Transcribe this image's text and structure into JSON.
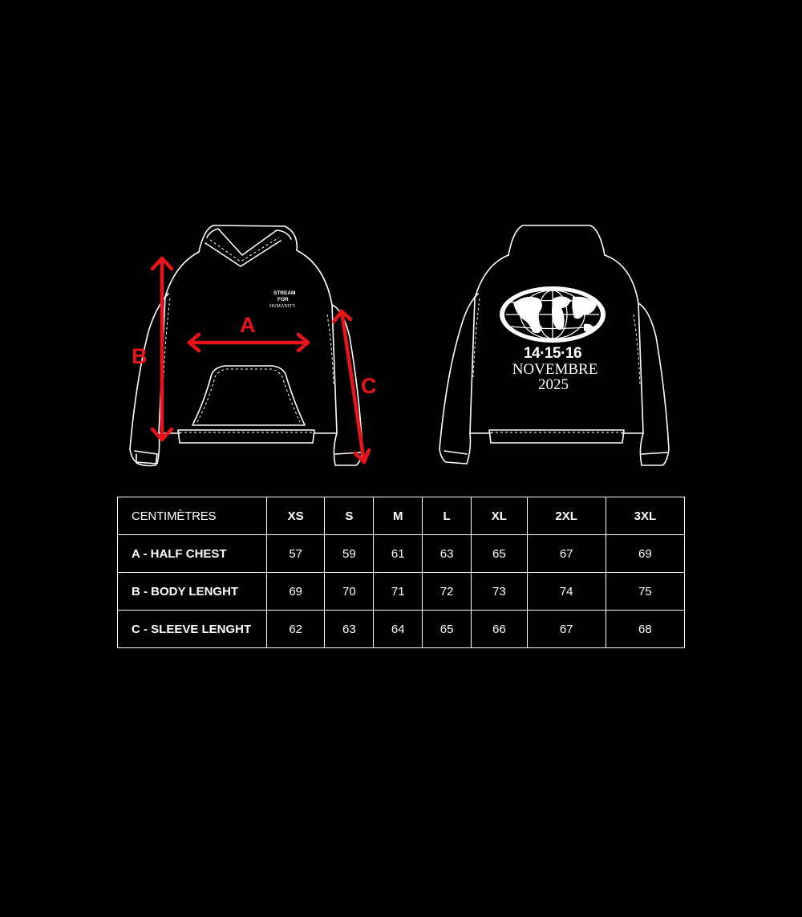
{
  "front_logo": {
    "line1": "STREAM",
    "line2": "FOR",
    "line3": "HUMANITY"
  },
  "back_print": {
    "dates": "14·15·16",
    "month": "NOVEMBRE",
    "year": "2025"
  },
  "measure_labels": {
    "a": "A",
    "b": "B",
    "c": "C"
  },
  "colors": {
    "background": "#000000",
    "line": "#ffffff",
    "measure": "#e8141b"
  },
  "size_table": {
    "unit_label": "CENTIMÈTRES",
    "sizes": [
      "XS",
      "S",
      "M",
      "L",
      "XL",
      "2XL",
      "3XL"
    ],
    "rows": [
      {
        "label": "A - HALF CHEST",
        "values": [
          "57",
          "59",
          "61",
          "63",
          "65",
          "67",
          "69"
        ]
      },
      {
        "label": "B - BODY LENGHT",
        "values": [
          "69",
          "70",
          "71",
          "72",
          "73",
          "74",
          "75"
        ]
      },
      {
        "label": "C - SLEEVE LENGHT",
        "values": [
          "62",
          "63",
          "64",
          "65",
          "66",
          "67",
          "68"
        ]
      }
    ]
  }
}
